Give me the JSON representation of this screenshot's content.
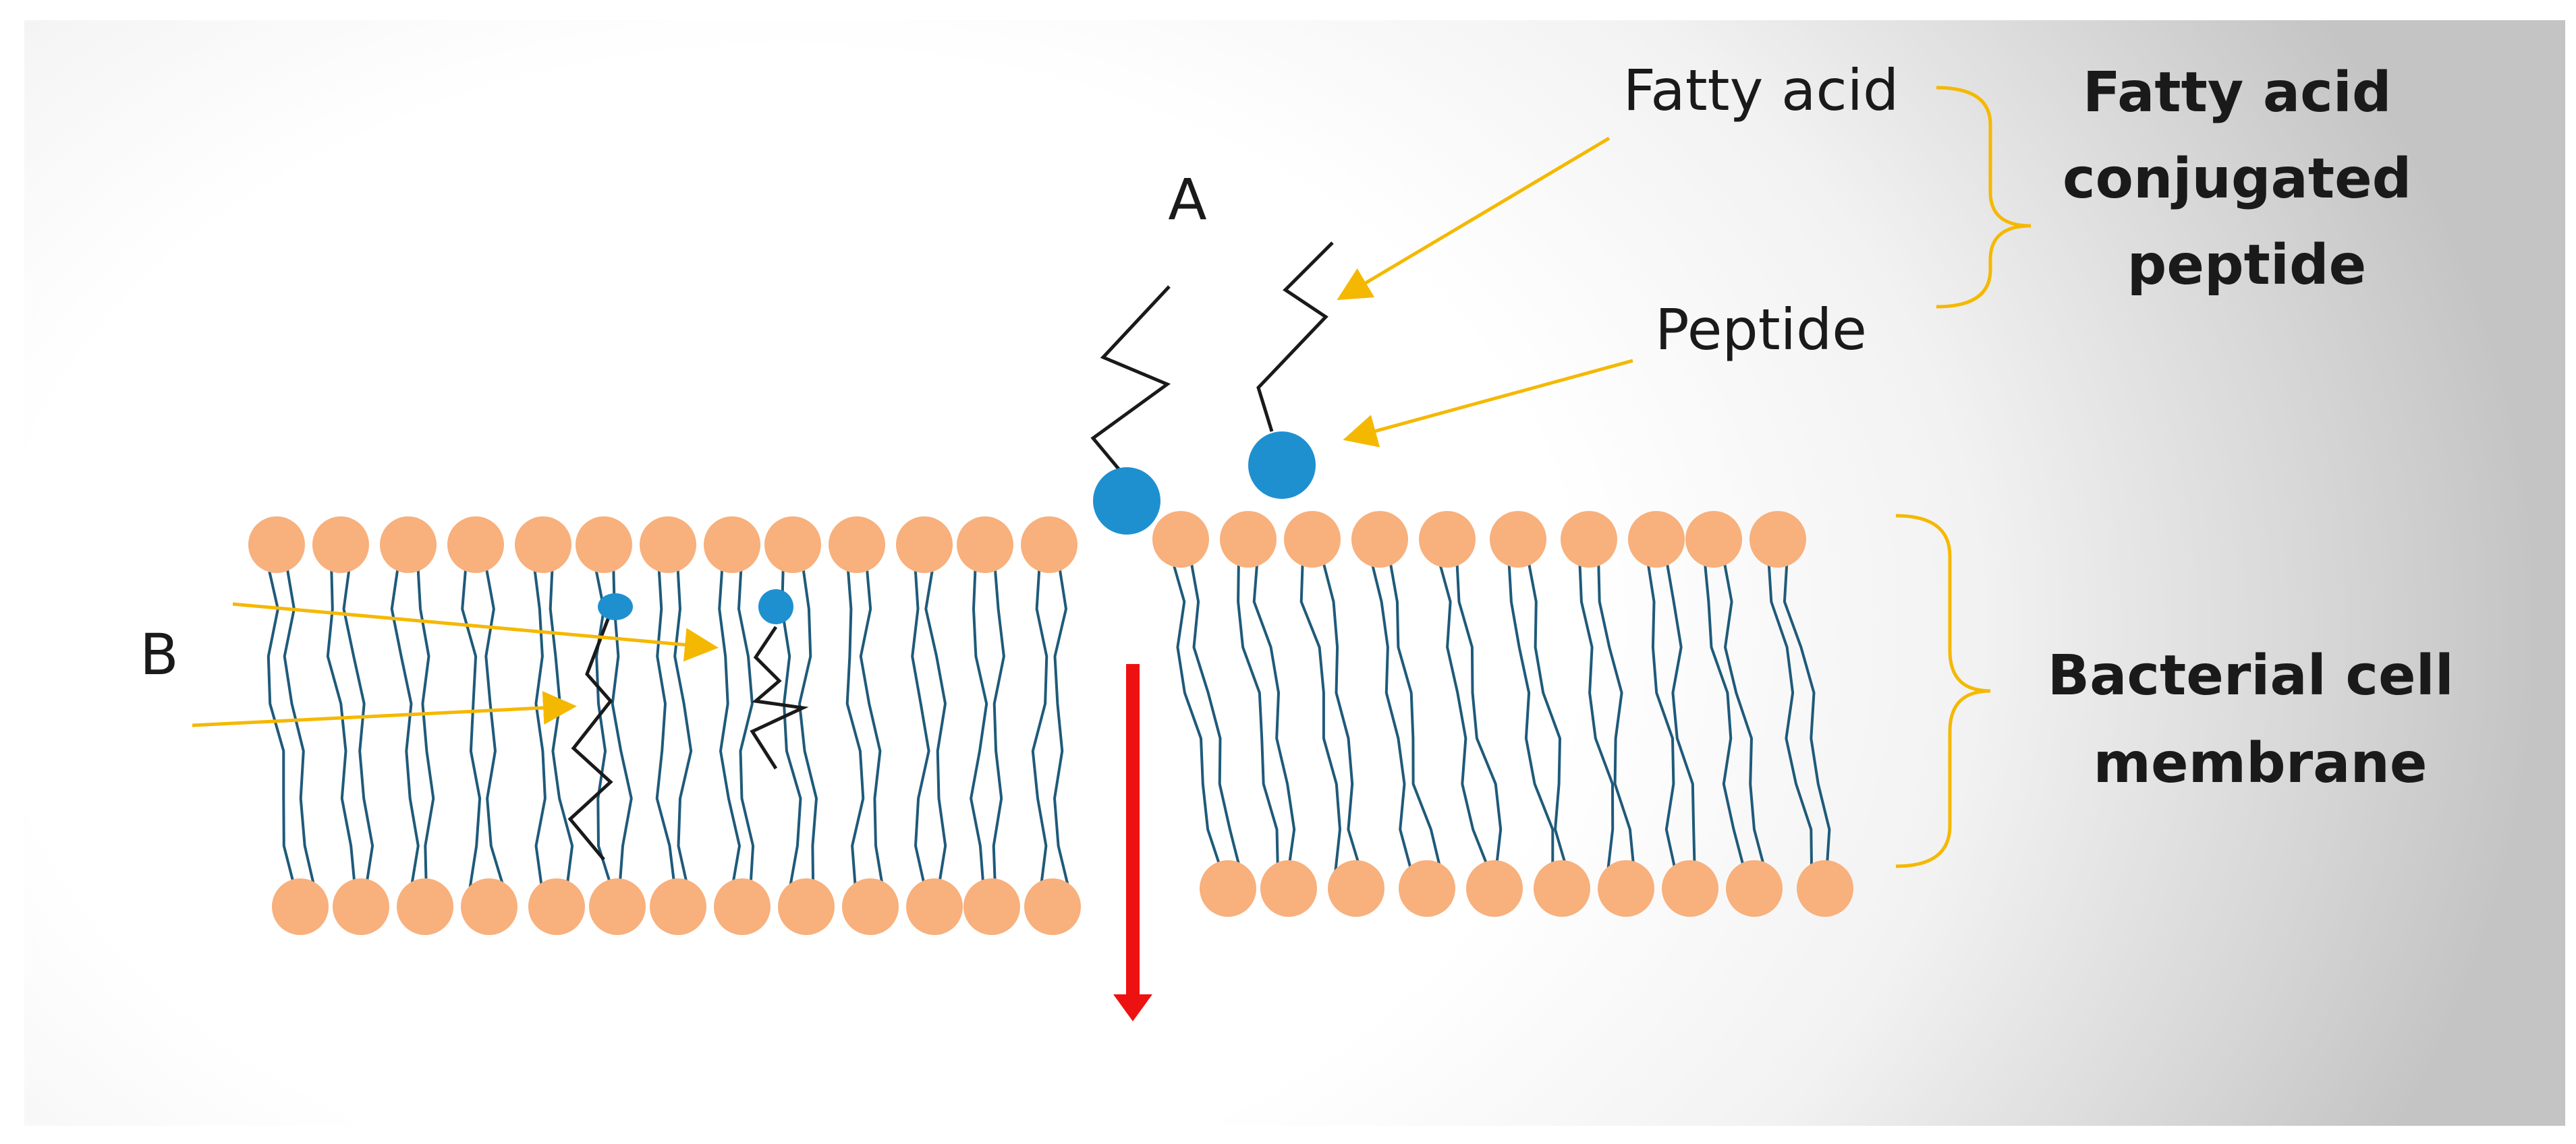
{
  "labels": {
    "a": "A",
    "b": "B",
    "fatty_acid": "Fatty acid",
    "peptide": "Peptide",
    "conjugate": [
      "Fatty acid",
      "conjugated",
      "peptide"
    ],
    "membrane": [
      "Bacterial cell",
      "membrane"
    ]
  },
  "colors": {
    "lipid_head": "#f8b07c",
    "tail": "#1f5a7a",
    "peptide_bead": "#1e90d0",
    "fatty_chain": "#1a1a1a",
    "annotation_arrow": "#f5b800",
    "bracket": "#f5b800",
    "flux_arrow": "#ee1111"
  },
  "icons": {
    "pore_flux": "red-down-arrow-icon"
  }
}
